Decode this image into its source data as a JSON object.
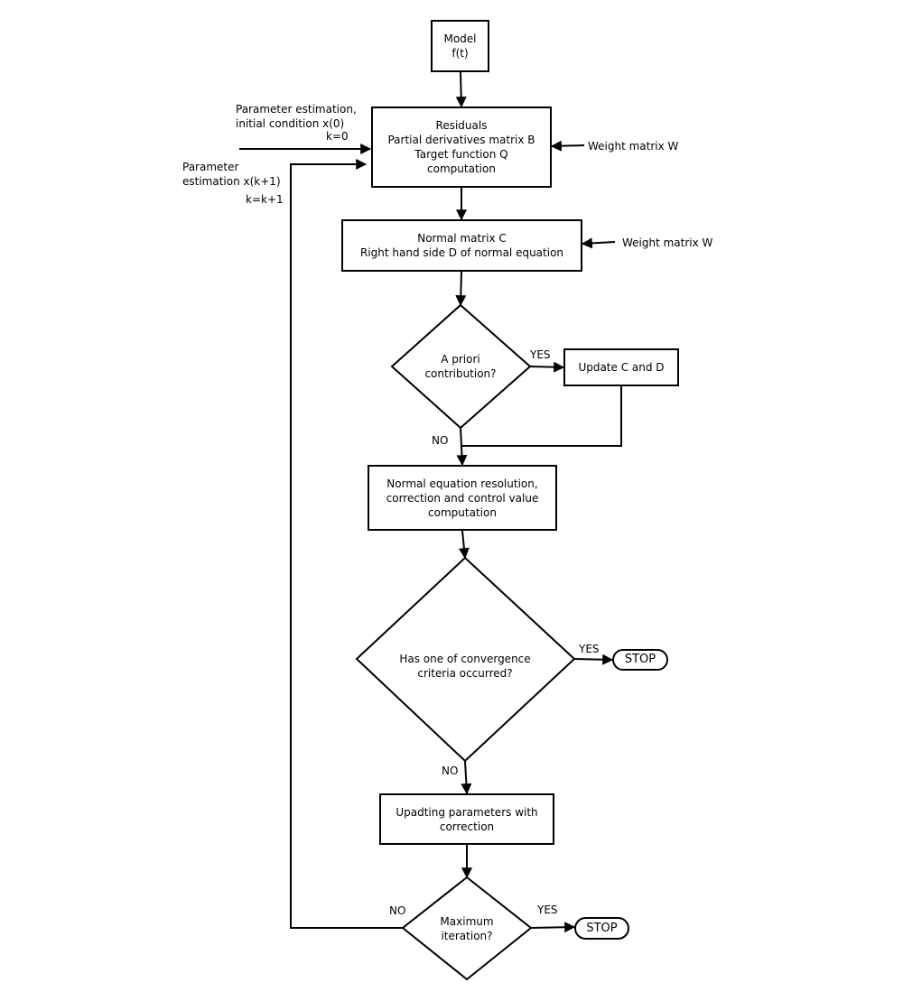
{
  "nodes": {
    "model": [
      "Model",
      "f(t)"
    ],
    "residuals": [
      "Residuals",
      "Partial derivatives matrix B",
      "Target function Q",
      "computation"
    ],
    "normal_matrix": [
      "Normal matrix C",
      "Right hand side D of normal equation"
    ],
    "a_priori": [
      "A priori",
      "contribution?"
    ],
    "update_cd": [
      "Update C and D"
    ],
    "resolution": [
      "Normal equation resolution,",
      "correction and control value",
      "computation"
    ],
    "convergence": [
      "Has one of convergence",
      "criteria occurred?"
    ],
    "updating": [
      "Upadting parameters with",
      "correction"
    ],
    "max_iter": [
      "Maximum",
      "iteration?"
    ],
    "stop1": "STOP",
    "stop2": "STOP"
  },
  "labels": {
    "init_estimation": [
      "Parameter estimation,",
      "initial condition x(0)"
    ],
    "k0": "k=0",
    "next_estimation": [
      "Parameter",
      "estimation x(k+1)"
    ],
    "k_inc": "k=k+1",
    "weight1": "Weight matrix W",
    "weight2": "Weight matrix W",
    "yes1": "YES",
    "no1": "NO",
    "yes2": "YES",
    "no2": "NO",
    "yes3": "YES",
    "no3": "NO"
  }
}
